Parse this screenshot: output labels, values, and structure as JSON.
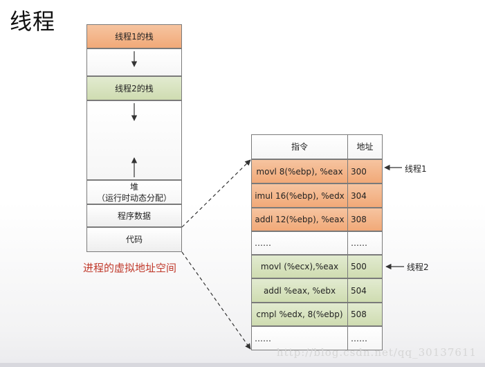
{
  "title": "线程",
  "memory_layout": {
    "thread1_stack": "线程1的栈",
    "thread2_stack": "线程2的栈",
    "heap_line1": "堆",
    "heap_line2": "（运行时动态分配）",
    "program_data": "程序数据",
    "code": "代码",
    "caption": "进程的虚拟地址空间"
  },
  "instruction_table": {
    "headers": [
      "指令",
      "地址"
    ],
    "rows": [
      {
        "instruction": "movl 8(%ebp), %eax",
        "address": "300",
        "group": "thread1"
      },
      {
        "instruction": "imul 16(%ebp), %edx",
        "address": "304",
        "group": "thread1"
      },
      {
        "instruction": "addl 12(%ebp), %eax",
        "address": "308",
        "group": "thread1"
      },
      {
        "instruction": "……",
        "address": "……",
        "group": "none"
      },
      {
        "instruction": "movl (%ecx),%eax",
        "address": "500",
        "group": "thread2"
      },
      {
        "instruction": "addl %eax, %ebx",
        "address": "504",
        "group": "thread2"
      },
      {
        "instruction": "cmpl %edx, 8(%ebp)",
        "address": "508",
        "group": "thread2"
      },
      {
        "instruction": "……",
        "address": "……",
        "group": "none"
      }
    ]
  },
  "pointers": {
    "thread1": "线程1",
    "thread2": "线程2"
  },
  "watermark": "http://blog.csdn.net/qq_30137611",
  "colors": {
    "thread1_fill": "#f1a978",
    "thread2_fill": "#cfdcb1",
    "caption": "#c0392b"
  }
}
